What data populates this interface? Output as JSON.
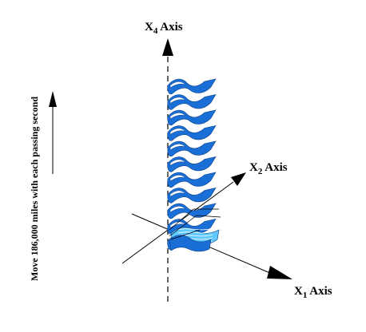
{
  "axes": {
    "x1": {
      "label": "X",
      "sub": "1",
      "suffix": " Axis"
    },
    "x2": {
      "label": "X",
      "sub": "2",
      "suffix": " Axis"
    },
    "x4": {
      "label": "X",
      "sub": "4",
      "suffix": " Axis"
    }
  },
  "side_note": "Move 186,000 miles with each passing second",
  "colors": {
    "ribbon_fill": "#1a6fd6",
    "ribbon_highlight": "#ffffff",
    "base_ribbon": "#5fc8ff",
    "line": "#000000"
  },
  "ribbon_layers": 11
}
